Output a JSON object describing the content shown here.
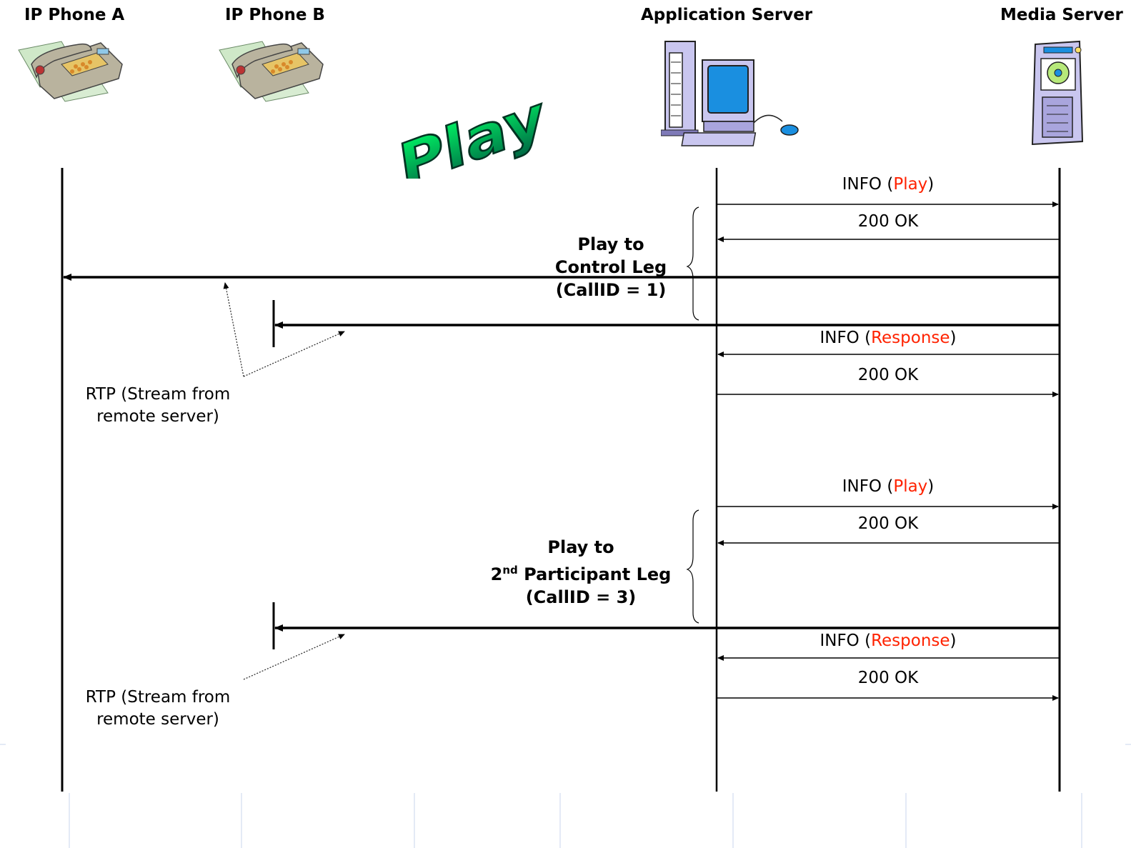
{
  "participants": {
    "phone_a": "IP Phone A",
    "phone_b": "IP Phone B",
    "app_server": "Application Server",
    "media_server": "Media Server"
  },
  "title_word": "Play",
  "messages": {
    "m1": {
      "prefix": "INFO (",
      "keyword": "Play",
      "suffix": ")"
    },
    "m2": {
      "text": "200 OK"
    },
    "m3": {
      "prefix": "INFO (",
      "keyword": "Response",
      "suffix": ")"
    },
    "m4": {
      "text": "200 OK"
    },
    "m5": {
      "prefix": "INFO (",
      "keyword": "Play",
      "suffix": ")"
    },
    "m6": {
      "text": "200 OK"
    },
    "m7": {
      "prefix": "INFO (",
      "keyword": "Response",
      "suffix": ")"
    },
    "m8": {
      "text": "200 OK"
    }
  },
  "group1": {
    "line1": "Play to",
    "line2": "Control Leg",
    "line3": "(CallID = 1)"
  },
  "group2": {
    "line1": "Play to",
    "line2_num": "2",
    "line2_sup": "nd",
    "line2_rest": " Participant Leg",
    "line3": "(CallID = 3)"
  },
  "rtp1": {
    "line1": "RTP (Stream from",
    "line2": "remote server)"
  },
  "rtp2": {
    "line1": "RTP (Stream from",
    "line2": "remote server)"
  },
  "colors": {
    "keyword": "#ff2200",
    "play_gradient_top": "#00ff66",
    "play_gradient_bottom": "#006644"
  },
  "icons": [
    "phone-icon",
    "phone-icon",
    "server-computer-icon",
    "media-server-icon"
  ]
}
